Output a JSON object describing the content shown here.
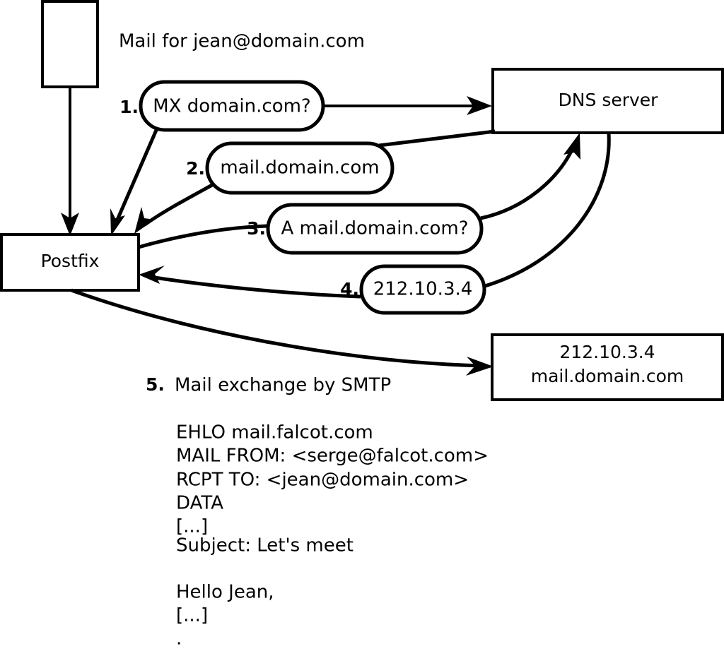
{
  "diagram": {
    "heading": "Mail for jean@domain.com",
    "nodes": {
      "sender": {
        "label": ""
      },
      "postfix": {
        "label": "Postfix"
      },
      "dns": {
        "label": "DNS server"
      },
      "destination": {
        "line1": "212.10.3.4",
        "line2": "mail.domain.com"
      }
    },
    "steps": [
      {
        "num": "1.",
        "label": "MX domain.com?"
      },
      {
        "num": "2.",
        "label": "mail.domain.com"
      },
      {
        "num": "3.",
        "label": "A mail.domain.com?"
      },
      {
        "num": "4.",
        "label": "212.10.3.4"
      }
    ],
    "step5": {
      "num": "5.",
      "label": "Mail exchange by SMTP"
    },
    "transcript": [
      "EHLO mail.falcot.com",
      "MAIL FROM: <serge@falcot.com>",
      "RCPT TO: <jean@domain.com>",
      "DATA",
      "[...]",
      "Subject: Let's meet",
      "",
      "Hello Jean,",
      "[...]",
      "."
    ],
    "colors": {
      "stroke": "#000000",
      "fill": "#ffffff",
      "background": "#ffffff"
    }
  }
}
